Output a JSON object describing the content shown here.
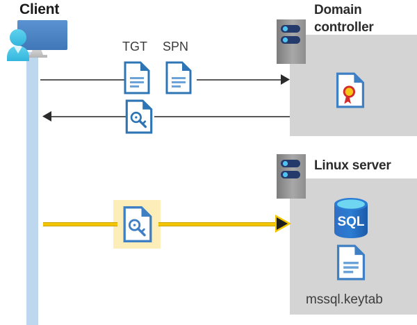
{
  "diagram": {
    "title": "Kerberos authentication flow between client, domain controller and Linux server",
    "colors": {
      "panel_gray": "#d4d4d4",
      "lifeline_blue": "#bdd7ee",
      "highlight_yellow": "#fdeeb9",
      "arrow_yellow": "#f2c500",
      "arrow_gray": "#595959",
      "doc_blue": "#2e75b6",
      "sql_blue": "#2b7cd3",
      "server_gray": "#9a9a9a",
      "server_led_navy": "#243a6b",
      "server_led_cyan": "#4ec3f0",
      "cert_red": "#d62b2b",
      "cert_gold": "#f5c518",
      "monitor_blue": "#4a86c8",
      "person_cyan": "#3fc0e8"
    }
  },
  "actors": {
    "client": {
      "label": "Client",
      "icon": "user-workstation-icon"
    },
    "domain_controller": {
      "label": "Domain\ncontroller",
      "label_line1": "Domain",
      "label_line2": "controller",
      "icon": "server-rack-icon",
      "contents": [
        {
          "name": "certificate-icon",
          "label": ""
        }
      ]
    },
    "linux_server": {
      "label": "Linux server",
      "icon": "server-rack-icon",
      "contents": [
        {
          "name": "sql-database-icon",
          "label": "SQL"
        },
        {
          "name": "keytab-document-icon",
          "label": "mssql.keytab"
        }
      ]
    }
  },
  "messages": [
    {
      "id": "request",
      "direction": "right",
      "style": "gray",
      "artifacts": [
        {
          "label": "TGT",
          "icon": "document-icon"
        },
        {
          "label": "SPN",
          "icon": "document-icon"
        }
      ]
    },
    {
      "id": "response",
      "direction": "left",
      "style": "gray",
      "artifacts": [
        {
          "label": "",
          "icon": "key-document-icon"
        }
      ]
    },
    {
      "id": "service-ticket",
      "direction": "right",
      "style": "yellow-highlight",
      "artifacts": [
        {
          "label": "",
          "icon": "key-document-icon"
        }
      ]
    }
  ],
  "labels": {
    "tgt": "TGT",
    "spn": "SPN",
    "sql": "SQL",
    "keytab_file": "mssql.keytab"
  }
}
